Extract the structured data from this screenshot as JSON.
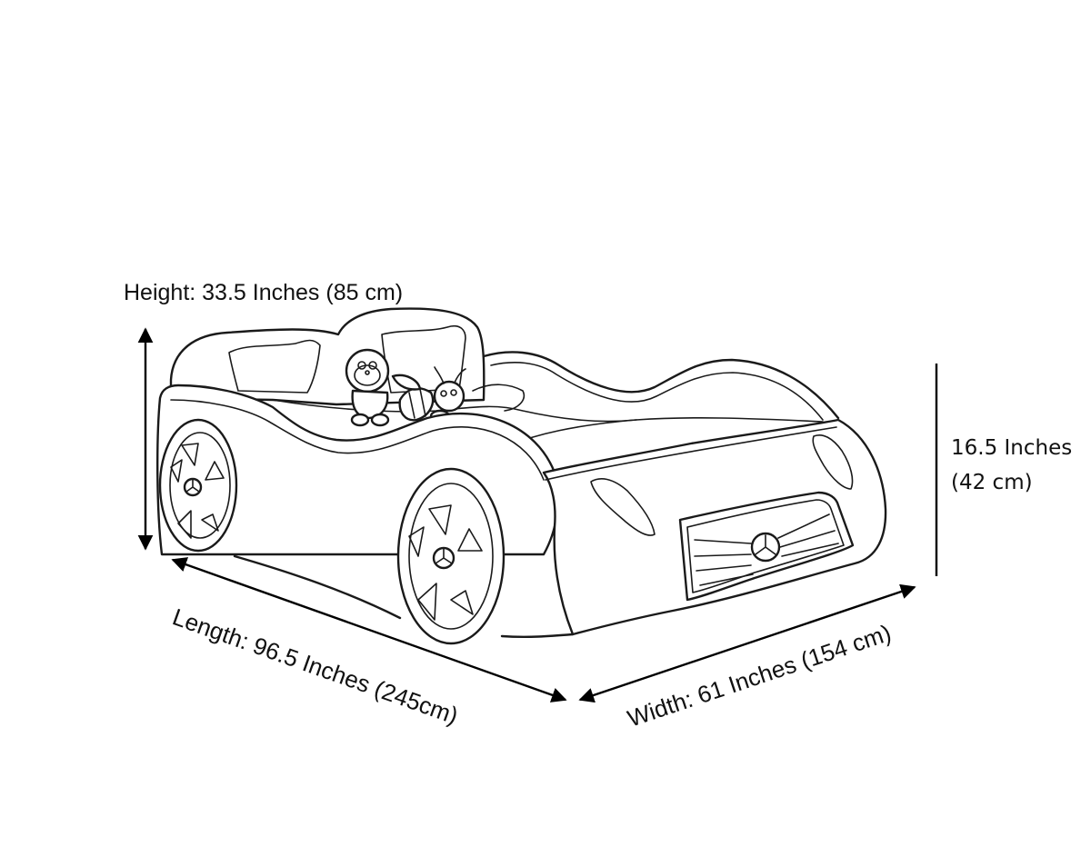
{
  "labels": {
    "height": "Height: 33.5 Inches (85 cm)",
    "side_height_inches": "16.5 Inches",
    "side_height_cm": "(42  cm)",
    "length": "Length: 96.5 Inches (245cm)",
    "width": "Width: 61 Inches (154 cm)"
  },
  "colors": {
    "line": "#1a1a1a",
    "background": "#ffffff"
  }
}
